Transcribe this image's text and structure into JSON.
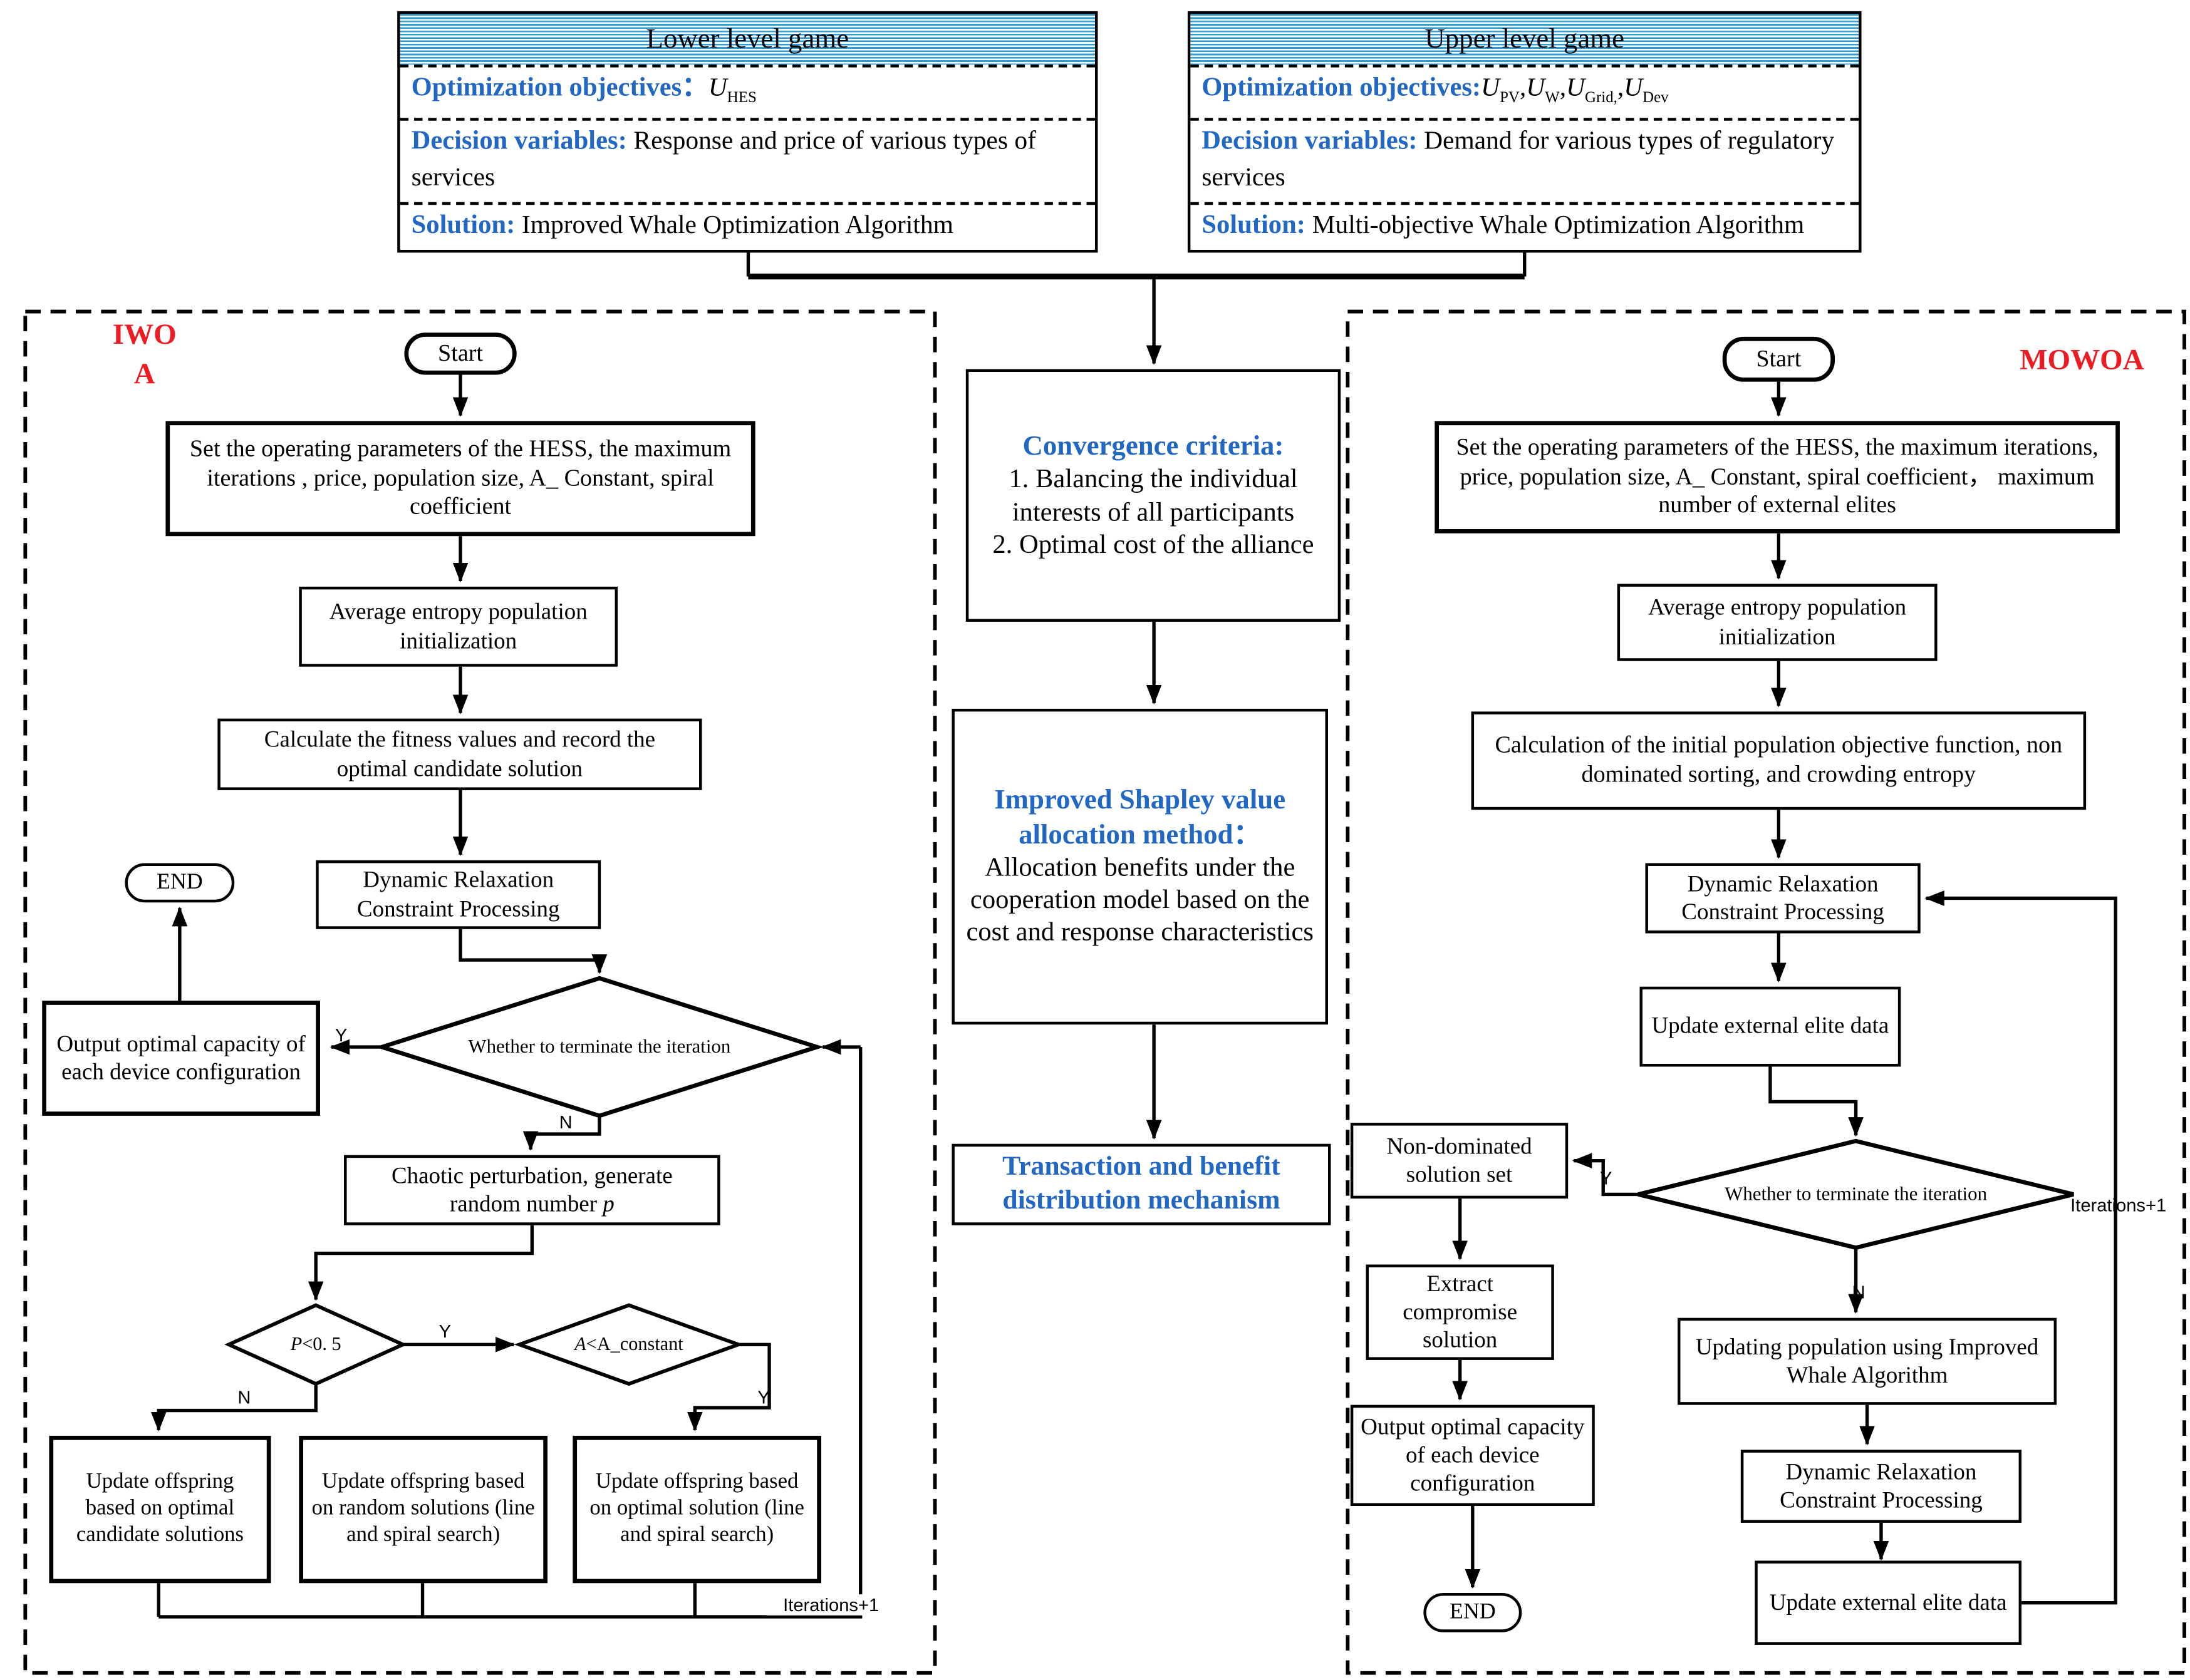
{
  "colors": {
    "accent_blue": "#2268C3",
    "stripe_blue": "#2F9CD6",
    "label_red": "#EC1C24"
  },
  "top": {
    "lower": {
      "title": "Lower level game",
      "obj_label": "Optimization objectives：",
      "obj_u": {
        "base": "U",
        "sub": "HES"
      },
      "dec_label": "Decision variables: ",
      "dec_text": "Response and price of various types of services",
      "sol_label": "Solution: ",
      "sol_text": "Improved Whale Optimization Algorithm"
    },
    "upper": {
      "title": "Upper level game",
      "obj_label": "Optimization objectives:",
      "u1": "U",
      "s1": "PV",
      "c1": ",",
      "u2": "U",
      "s2": "W",
      "c2": ",",
      "u3": "U",
      "s3": "Grid,",
      "c3": ",",
      "u4": "U",
      "s4": "Dev",
      "dec_label": "Decision variables: ",
      "dec_text": "Demand for various types of regulatory services",
      "sol_label": "Solution: ",
      "sol_text": "Multi-objective Whale Optimization Algorithm"
    }
  },
  "middle": {
    "convergence": {
      "title": "Convergence criteria:",
      "item1": "1. Balancing the individual interests of all participants",
      "item2": "2. Optimal cost of the alliance"
    },
    "shapley": {
      "title": "Improved Shapley value allocation method：",
      "body": "Allocation benefits under the cooperation model based on the cost and response characteristics"
    },
    "transaction": {
      "label": "Transaction and benefit distribution mechanism"
    }
  },
  "iwoa": {
    "panel_l1": "IWO",
    "panel_l2": "A",
    "start": "Start",
    "set_params": "Set the operating parameters of the HESS, the maximum  iterations , price, population size, A_ Constant, spiral coefficient",
    "avg_entropy": "Average entropy population initialization",
    "calc_fitness": "Calculate the fitness values and record the optimal candidate solution",
    "dyn_relax": "Dynamic Relaxation Constraint Processing",
    "end": "END",
    "output": "Output optimal capacity of each device configuration",
    "terminate": "Whether to terminate the iteration",
    "chaotic_text": "Chaotic perturbation, generate random number ",
    "chaotic_var": "p",
    "p_var": "P",
    "p_rest": "<0. 5",
    "a_var": "A",
    "a_rest": "<A_constant",
    "update1": "Update offspring based on optimal candidate solutions",
    "update2": "Update offspring based on random solutions (line and spiral search)",
    "update3": "Update offspring based on optimal solution (line and spiral search)",
    "iterations": "Iterations+1",
    "y1": "Y",
    "n1": "N",
    "y2": "Y",
    "n2": "N",
    "y3": "Y"
  },
  "mowoa": {
    "panel_label": "MOWOA",
    "start": "Start",
    "set_params": "Set the operating parameters of the HESS, the maximum iterations, price, population size, A_ Constant, spiral coefficient， maximum number of external elites",
    "avg_entropy": "Average entropy population initialization",
    "calc_initial": "Calculation of the initial population objective function, non dominated sorting, and crowding entropy",
    "dyn_relax1": "Dynamic Relaxation Constraint Processing",
    "update_elite1": "Update external elite data",
    "terminate": "Whether to terminate the iteration",
    "iterations": "Iterations+1",
    "non_dominated": "Non-dominated solution set",
    "extract": "Extract compromise solution",
    "output": "Output optimal capacity of each device configuration",
    "end": "END",
    "updating_pop": "Updating population using Improved Whale Algorithm",
    "dyn_relax2": "Dynamic Relaxation Constraint Processing",
    "update_elite2": "Update external elite data",
    "y": "Y",
    "n": "N"
  }
}
